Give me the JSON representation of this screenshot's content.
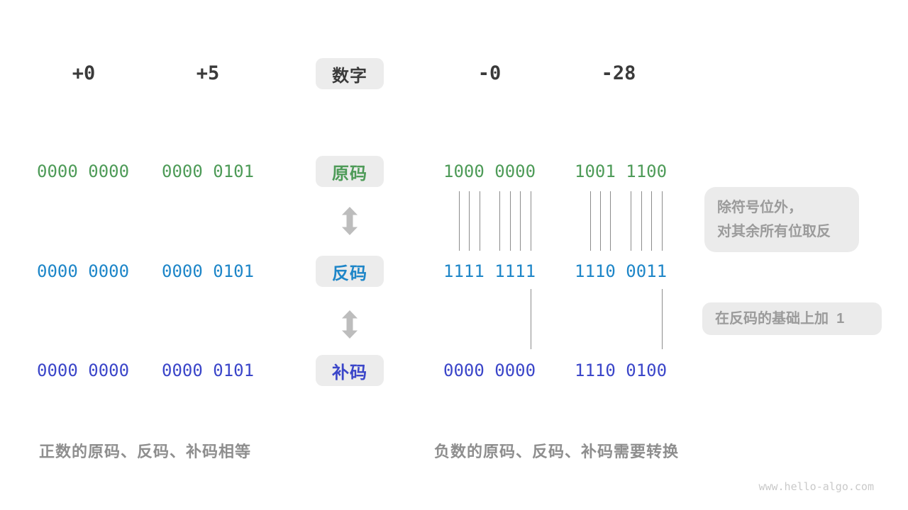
{
  "palette": {
    "sign_green": "#4E9B58",
    "ones_blue": "#1E86C8",
    "twos_indigo": "#3B46C9",
    "dark_text": "#3A3A3A",
    "note_gray": "#9B9B9B",
    "caption_gray": "#8E8E8E",
    "box_bg": "#ECECEC",
    "arrow_gray": "#BDBDBD",
    "connector_gray": "#8C8C8C",
    "watermark_gray": "#C9C9C9"
  },
  "header": {
    "box_label": "数字",
    "cols": [
      "+0",
      "+5",
      "-0",
      "-28"
    ]
  },
  "rows": [
    {
      "id": "sign-magnitude",
      "box_label": "原码",
      "values": [
        "0000 0000",
        "0000 0101",
        "1000 0000",
        "1001 1100"
      ]
    },
    {
      "id": "ones-complement",
      "box_label": "反码",
      "values": [
        "0000 0000",
        "0000 0101",
        "1111 1111",
        "1110 0011"
      ]
    },
    {
      "id": "twos-complement",
      "box_label": "补码",
      "values": [
        "0000 0000",
        "0000 0101",
        "0000 0000",
        "1110 0100"
      ]
    }
  ],
  "annotations": {
    "invert_note_line1": "除符号位外，",
    "invert_note_line2": "对其余所有位取反",
    "add_one_note": "在反码的基础上加  1"
  },
  "captions": {
    "positive": "正数的原码、反码、补码相等",
    "negative": "负数的原码、反码、补码需要转换"
  },
  "watermark": "www.hello-algo.com"
}
